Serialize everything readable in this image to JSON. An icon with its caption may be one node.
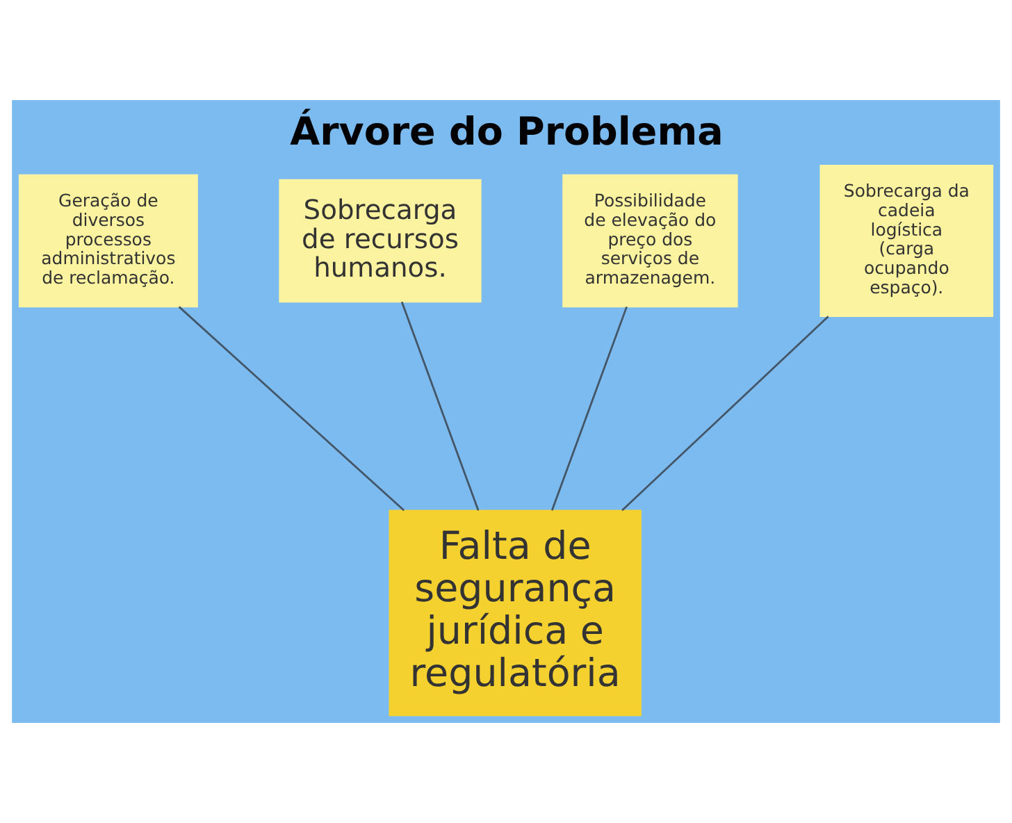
{
  "diagram": {
    "title": "Árvore do Problema",
    "nodes": [
      {
        "text": [
          "Geração de diversos processos administrativos de reclamação."
        ]
      },
      {
        "text": [
          "Sobrecarga de recursos humanos."
        ]
      },
      {
        "text": [
          "Possibilidade de elevação do preço dos serviços de armazenagem."
        ]
      },
      {
        "text": [
          "Sobrecarga da cadeia logística (carga ocupando espaço)."
        ]
      },
      {
        "text": [
          "Falta de segurança jurídica e regulatória"
        ]
      }
    ],
    "edges": [
      {
        "from": 4,
        "to": 0,
        "arrow": "none"
      },
      {
        "from": 4,
        "to": 1,
        "arrow": "none"
      },
      {
        "from": 4,
        "to": 2,
        "arrow": "none"
      },
      {
        "from": 4,
        "to": 3,
        "arrow": "none"
      }
    ]
  }
}
